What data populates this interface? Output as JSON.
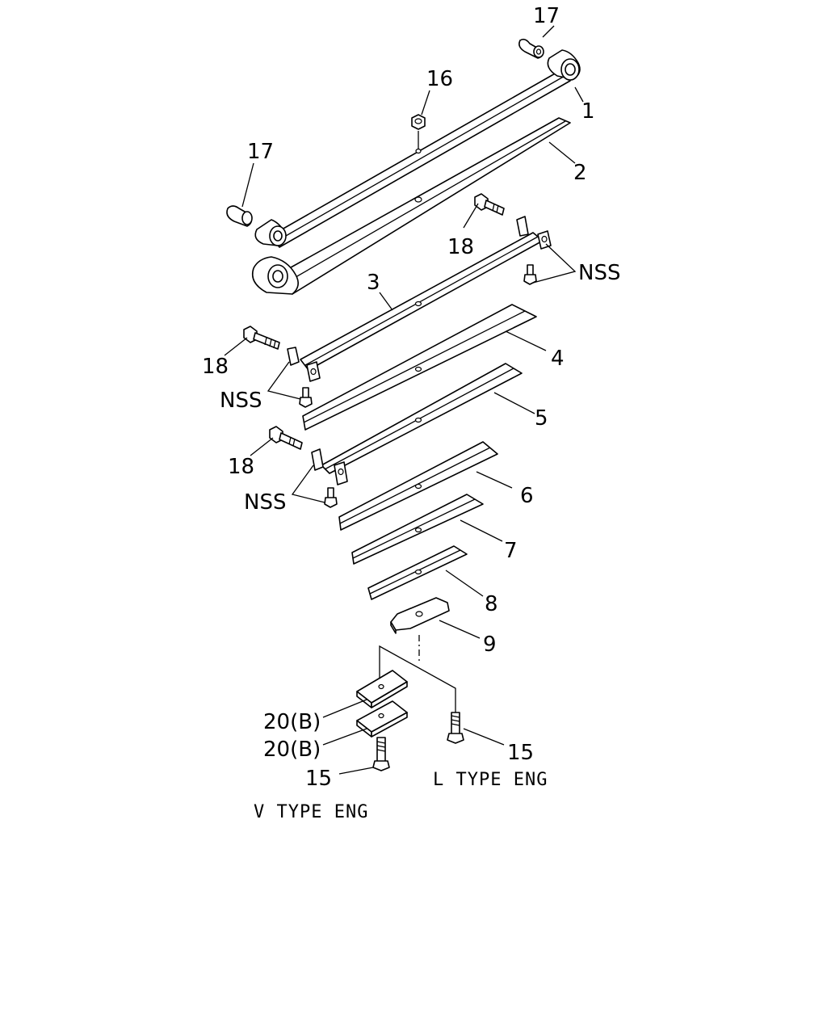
{
  "callouts": {
    "c1": "1",
    "c2": "2",
    "c3": "3",
    "c4": "4",
    "c5": "5",
    "c6": "6",
    "c7": "7",
    "c8": "8",
    "c9": "9",
    "c15a": "15",
    "c15b": "15",
    "c16": "16",
    "c17a": "17",
    "c17b": "17",
    "c18a": "18",
    "c18b": "18",
    "c18c": "18",
    "c20a": "20(B)",
    "c20b": "20(B)",
    "nss1": "NSS",
    "nss2": "NSS",
    "nss3": "NSS"
  },
  "notes": {
    "l_type": "L TYPE ENG",
    "v_type": "V TYPE ENG"
  },
  "colors": {
    "ink": "#000000",
    "paper": "#ffffff"
  }
}
